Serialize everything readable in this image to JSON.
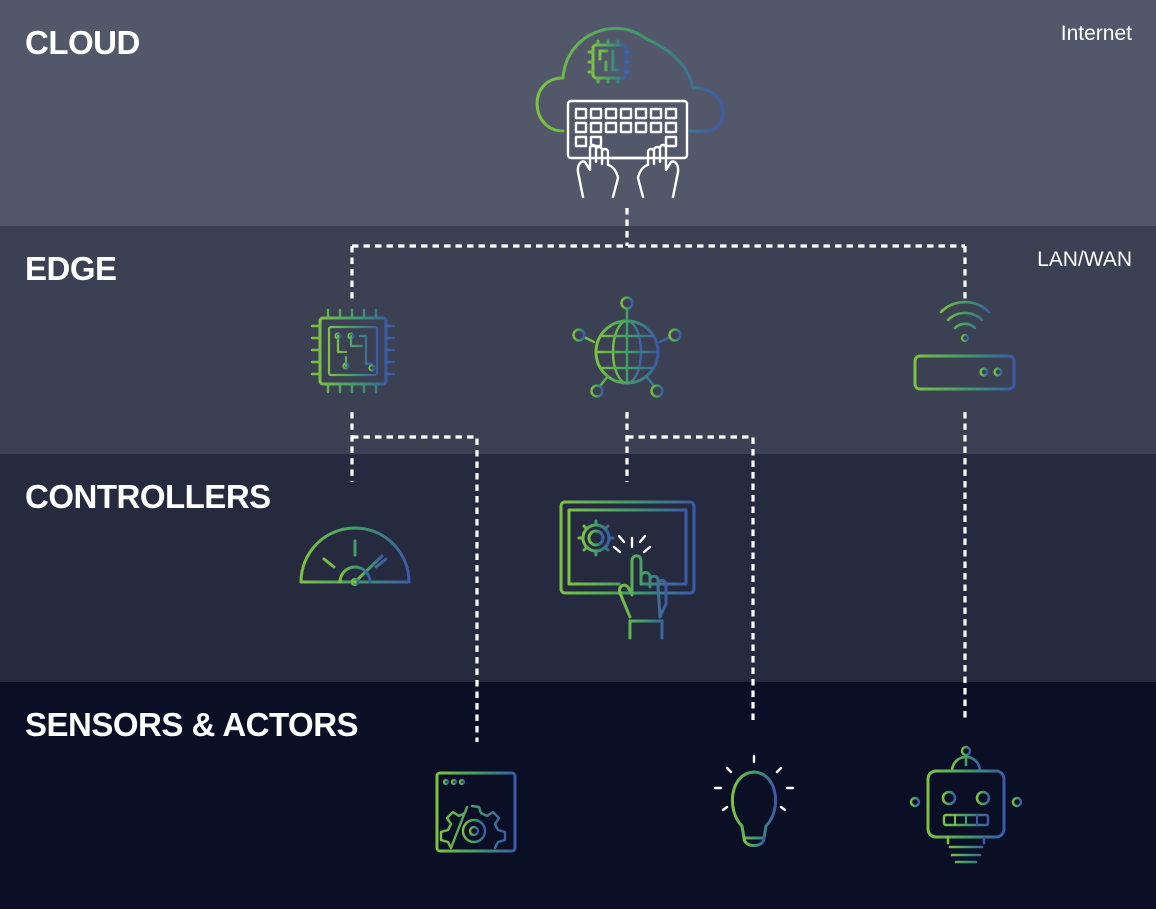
{
  "layers": {
    "cloud": {
      "title": "CLOUD",
      "tag": "Internet"
    },
    "edge": {
      "title": "EDGE",
      "tag": "LAN/WAN"
    },
    "controllers": {
      "title": "CONTROLLERS"
    },
    "sensors": {
      "title": "SENSORS & ACTORS"
    }
  },
  "icons": {
    "cloud": "cloud-keyboard-icon",
    "edge": [
      "microchip-icon",
      "globe-network-icon",
      "wifi-router-icon"
    ],
    "controllers": [
      "gauge-icon",
      "touchscreen-panel-icon"
    ],
    "sensors": [
      "settings-window-icon",
      "lightbulb-icon",
      "robot-icon"
    ]
  },
  "colors": {
    "gradient_start": "#7dc242",
    "gradient_mid": "#3f9a6a",
    "gradient_end": "#3d5aa8",
    "connector": "#ffffff"
  }
}
